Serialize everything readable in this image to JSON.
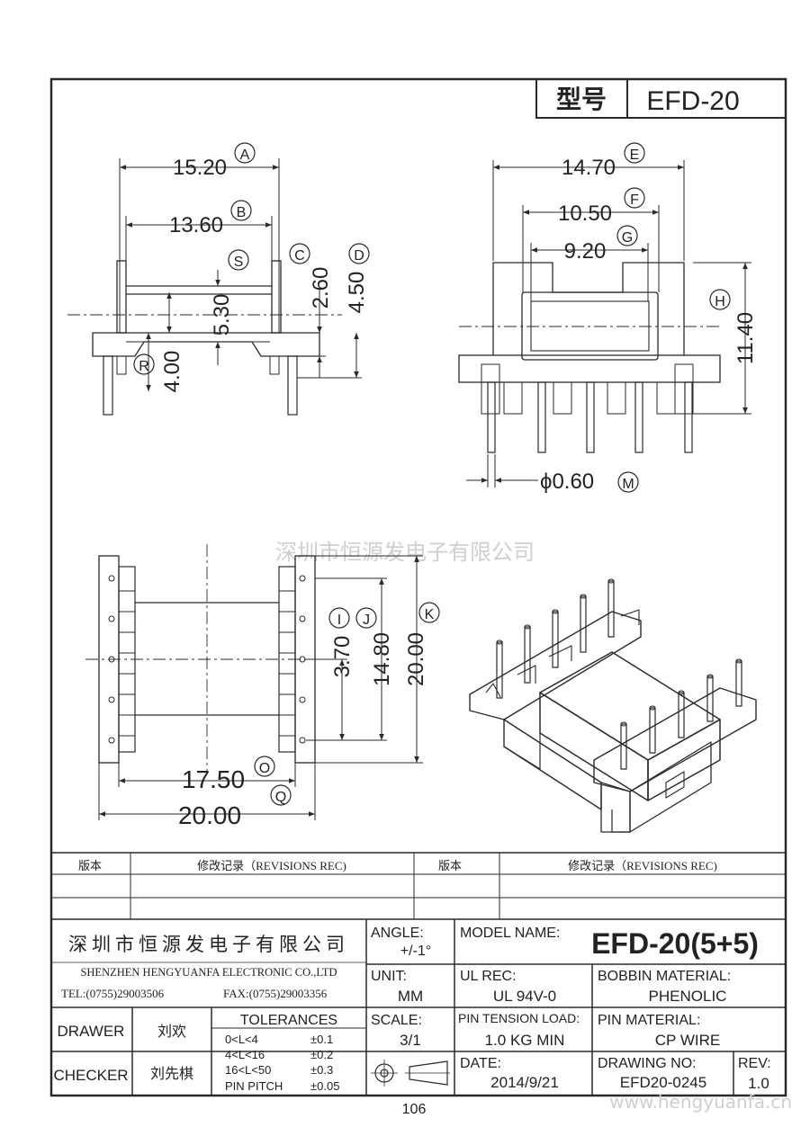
{
  "header": {
    "model_label": "型号",
    "model_value": "EFD-20"
  },
  "watermark": {
    "company": "深圳市恒源发电子有限公司",
    "website": "www.hengyuanfa.cn"
  },
  "front_view": {
    "dim_a": "15.20",
    "tag_a": "A",
    "dim_b": "13.60",
    "tag_b": "B",
    "tag_s": "S",
    "dim_c": "2.60",
    "tag_c": "C",
    "dim_d": "4.50",
    "tag_d": "D",
    "dim_s": "5.30",
    "dim_r": "4.00",
    "tag_r": "R"
  },
  "side_view": {
    "dim_e": "14.70",
    "tag_e": "E",
    "dim_f": "10.50",
    "tag_f": "F",
    "dim_g": "9.20",
    "tag_g": "G",
    "dim_h": "11.40",
    "tag_h": "H",
    "dim_m": "ϕ0.60",
    "tag_m": "M"
  },
  "top_view": {
    "dim_i": "3.70",
    "tag_i": "I",
    "dim_j": "14.80",
    "tag_j": "J",
    "dim_k": "20.00",
    "tag_k": "K",
    "dim_o": "17.50",
    "tag_o": "O",
    "dim_q": "20.00",
    "tag_q": "Q"
  },
  "revisions": {
    "col1": "版本",
    "col2": "修改记录（REVISIONS REC)",
    "col3": "版本",
    "col4": "修改记录（REVISIONS REC)"
  },
  "title_block": {
    "company_cn": "深圳市恒源发电子有限公司",
    "company_en": "SHENZHEN HENGYUANFA ELECTRONIC CO.,LTD",
    "tel": "TEL:(0755)29003506",
    "fax": "FAX:(0755)29003356",
    "angle_label": "ANGLE:",
    "angle_value": "+/-1°",
    "model_name_label": "MODEL NAME:",
    "model_name_value": "EFD-20(5+5)",
    "unit_label": "UNIT:",
    "unit_value": "MM",
    "ul_label": "UL REC:",
    "ul_value": "UL 94V-0",
    "bobbin_label": "BOBBIN MATERIAL:",
    "bobbin_value": "PHENOLIC",
    "drawer_label": "DRAWER",
    "drawer_value": "刘欢",
    "checker_label": "CHECKER",
    "checker_value": "刘先棋",
    "tolerances_label": "TOLERANCES",
    "tolerances": [
      {
        "range": "0<L<4",
        "tol": "±0.1"
      },
      {
        "range": "4<L<16",
        "tol": "±0.2"
      },
      {
        "range": "16<L<50",
        "tol": "±0.3"
      },
      {
        "range": "PIN PITCH",
        "tol": "±0.05"
      }
    ],
    "scale_label": "SCALE:",
    "scale_value": "3/1",
    "pin_tension_label": "PIN TENSION LOAD:",
    "pin_tension_value": "1.0 KG MIN",
    "pin_material_label": "PIN MATERIAL:",
    "pin_material_value": "CP WIRE",
    "date_label": "DATE:",
    "date_value": "2014/9/21",
    "drawing_no_label": "DRAWING NO:",
    "drawing_no_value": "EFD20-0245",
    "rev_label": "REV:",
    "rev_value": "1.0"
  },
  "footer": {
    "page_number": "106"
  }
}
